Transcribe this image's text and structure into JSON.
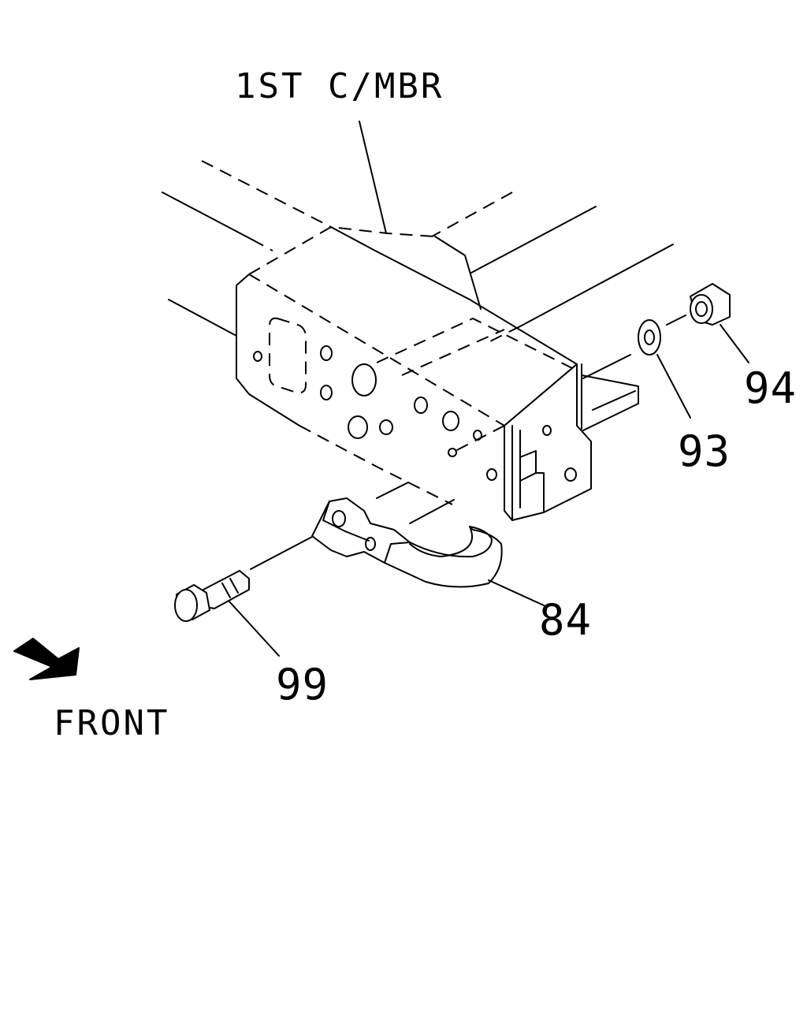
{
  "labels": {
    "header": "1ST C/MBR",
    "part_94": "94",
    "part_93": "93",
    "part_84": "84",
    "part_99": "99",
    "front": "FRONT"
  },
  "icons": {
    "front_arrow": "front-direction-arrow-icon"
  },
  "colors": {
    "ink": "#000000",
    "paper": "#ffffff"
  }
}
